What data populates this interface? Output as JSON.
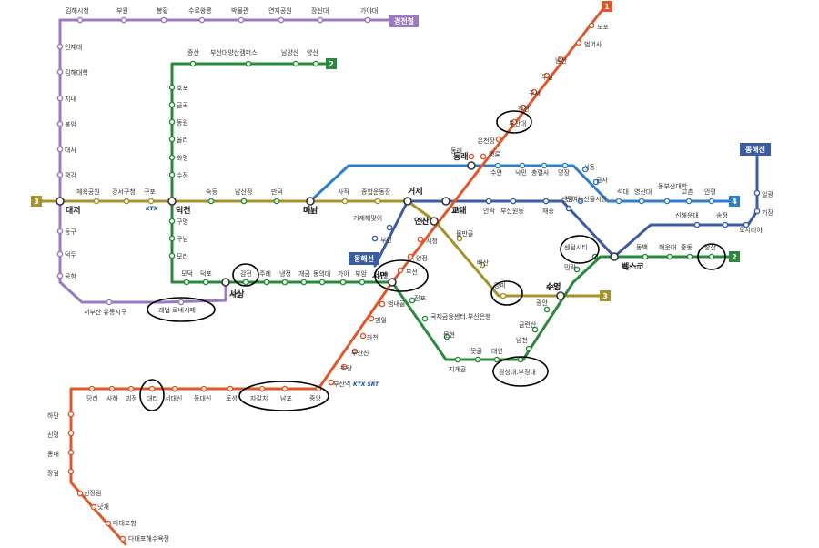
{
  "colors": {
    "line1": "#e0572a",
    "line2": "#2a8a3c",
    "line3": "#a5922a",
    "line4": "#2f7ecb",
    "donghae": "#3c5ba6",
    "gimhae": "#9a7ac0",
    "ring": "#000000"
  },
  "badges": {
    "line1": "1",
    "line2": "2",
    "line3": "3",
    "line4": "4",
    "donghae": "동해선",
    "gimhae": "경전철"
  },
  "stations": {
    "l1": [
      "노포",
      "범어사",
      "남산",
      "두실",
      "구서",
      "장전",
      "부산대",
      "온천장",
      "명륜",
      "동래",
      "교대",
      "연산",
      "시청",
      "양정",
      "부전",
      "서면",
      "범내골",
      "범일",
      "좌천",
      "부산진",
      "초량",
      "부산역",
      "중앙",
      "남포",
      "자갈치",
      "토성",
      "동대신",
      "서대신",
      "대티",
      "괴정",
      "사하",
      "당리",
      "하단",
      "신평",
      "동매",
      "장림",
      "신장림",
      "낫개",
      "다대포항",
      "다대포해수욕장"
    ],
    "l2": [
      "양산",
      "남양산",
      "부산대양산캠퍼스",
      "증산",
      "호포",
      "금곡",
      "동원",
      "율리",
      "화명",
      "수정",
      "덕천",
      "숙등",
      "남산정",
      "만덕",
      "구명",
      "구남",
      "모라",
      "모덕",
      "덕포",
      "사상",
      "감전",
      "주례",
      "냉정",
      "개금",
      "동의대",
      "가야",
      "부암",
      "서면",
      "전포",
      "국제금융센터.부산은행",
      "문현",
      "지게골",
      "못골",
      "대연",
      "경성대.부경대",
      "남천",
      "금련산",
      "광안",
      "수영",
      "민락",
      "센텀시티",
      "벡스코",
      "동백",
      "해운대",
      "중동",
      "장산"
    ],
    "l3": [
      "대저",
      "체육공원",
      "강서구청",
      "구포",
      "덕천",
      "숙등",
      "남산정",
      "만덕",
      "미남",
      "사직",
      "종합운동장",
      "거제",
      "연산",
      "물만골",
      "배산",
      "망미",
      "수영"
    ],
    "l4": [
      "미남",
      "동래",
      "수안",
      "낙민",
      "충렬사",
      "명장",
      "서동",
      "금사",
      "반여농산물시장",
      "석대",
      "영산대",
      "동부산대학",
      "고촌",
      "안평"
    ],
    "donghae": [
      "부전",
      "거제해맞이",
      "거제",
      "교대",
      "동래",
      "안락",
      "부산원동",
      "재송",
      "센텀",
      "벡스코",
      "신해운대",
      "송정",
      "오시리아",
      "기장",
      "일광"
    ],
    "gimhae": [
      "가야대",
      "장신대",
      "연지공원",
      "박물관",
      "수로왕릉",
      "봉황",
      "부원",
      "김해시청",
      "인제대",
      "김해대학",
      "지내",
      "불암",
      "대사",
      "평강",
      "대저",
      "등구",
      "덕두",
      "공항",
      "서부산 유통지구",
      "괘법 르네시떼",
      "사상"
    ]
  },
  "labels": {
    "ktx1": "KTX",
    "ktx2": "KTX SRT"
  }
}
